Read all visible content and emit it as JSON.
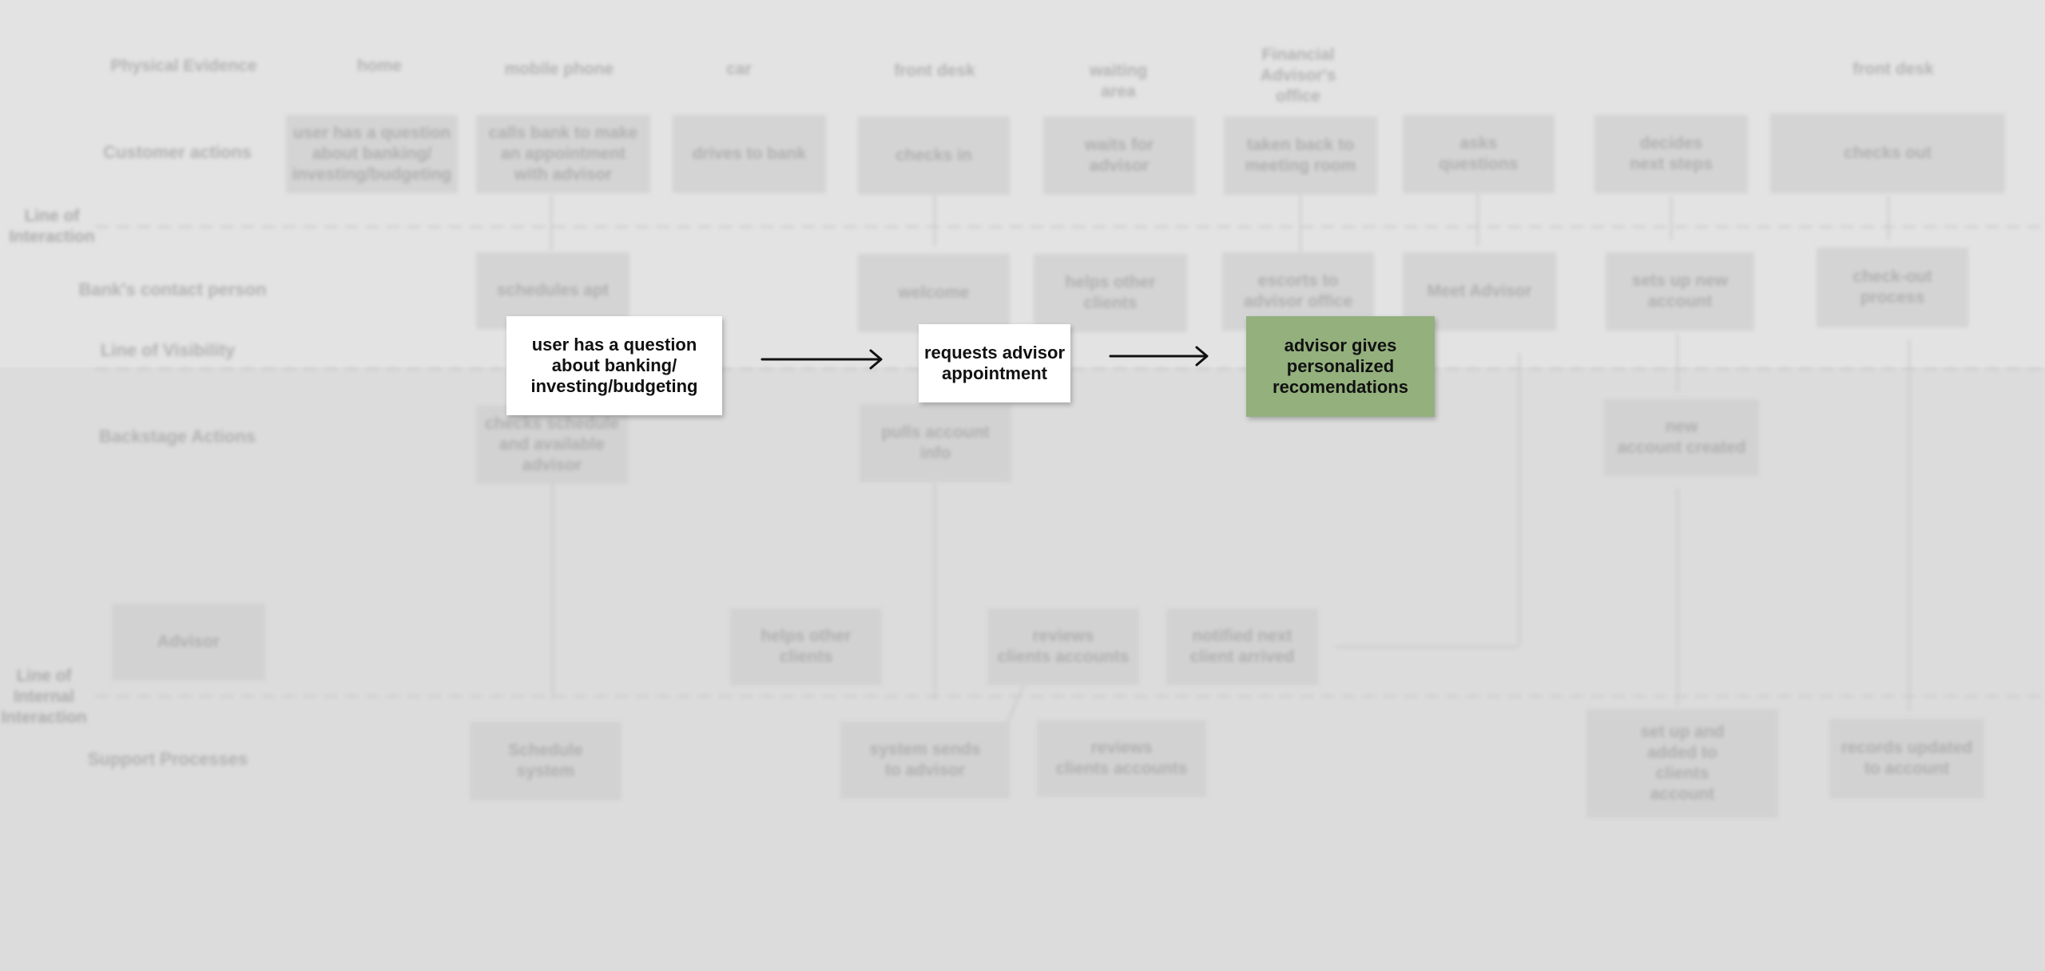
{
  "physical_evidence": {
    "label": "Physical Evidence",
    "items": [
      "home",
      "mobile phone",
      "car",
      "front desk",
      "waiting\narea",
      "Financial\nAdvisor's\noffice",
      "front desk"
    ]
  },
  "rows": {
    "customer_actions": "Customer actions",
    "bank_contact": "Bank's contact person",
    "line_of_visibility": "Line of Visibility",
    "backstage": "Backstage Actions",
    "advisor": "Advisor",
    "support": "Support Processes"
  },
  "lines": {
    "interaction": "Line of\nInteraction",
    "internal": "Line of\nInternal\nInteraction"
  },
  "customer_actions": [
    "user has a question\nabout banking/\ninvesting/budgeting",
    "calls bank to make\nan appointment\nwith advisor",
    "drives to bank",
    "checks in",
    "waits for\nadvisor",
    "taken back to\nmeeting room",
    "asks\nquestions",
    "decides\nnext steps",
    "checks out"
  ],
  "bank_contact": [
    "schedules apt",
    "welcome",
    "helps other\nclients",
    "escorts to\nadvisor office",
    "Meet Advisor",
    "sets up new\naccount",
    "check-out\nprocess"
  ],
  "backstage": [
    "checks schedule\nand available\nadvisor",
    "pulls account\ninfo",
    "new\naccount created"
  ],
  "advisor_row": [
    "helps other\nclients",
    "reviews\nclients accounts",
    "notified next\nclient arrived"
  ],
  "support": [
    "Schedule\nsystem",
    "system sends\nto advisor",
    "reviews\nclients accounts",
    "set up and\nadded to\nclients\naccount",
    "records updated\nto account"
  ],
  "focus": {
    "step1": "user has a question about banking/ investing/budgeting",
    "step2": "requests advisor appointment",
    "step3": "advisor gives personalized recomendations"
  },
  "colors": {
    "focus_green": "#93b07d",
    "focus_white": "#ffffff",
    "background_card": "#d4d4d4"
  }
}
